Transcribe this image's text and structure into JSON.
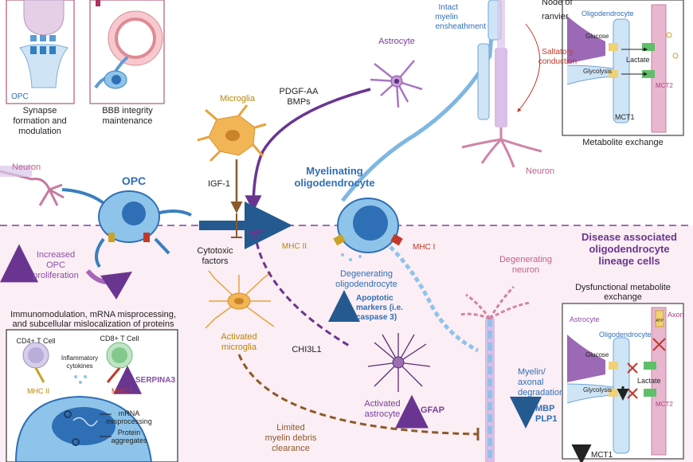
{
  "panels": {
    "synapse": {
      "caption": "Synapse formation and modulation",
      "opc_tag": "OPC"
    },
    "bbb": {
      "caption": "BBB integrity maintenance"
    },
    "metabolite": {
      "caption": "Metabolite exchange",
      "oligodendrocyte": "Oligodendrocyte",
      "glucose": "Glucose",
      "lactate": "Lactate",
      "glycolysis": "Glycolysis",
      "mct1": "MCT1",
      "mct2": "MCT2"
    }
  },
  "top": {
    "intact_myelin": "Intact myelin ensheathment",
    "node_ranvier": "Node of ranvier",
    "saltatory": "Saltatory conduction",
    "astrocyte": "Astrocyte",
    "pdgf": "PDGF-AA BMPs",
    "microglia": "Microglia",
    "igf": "IGF-1",
    "neuron_left": "Neuron",
    "neuron_right": "Neuron",
    "opc": "OPC",
    "myelinating": "Myelinating oligodendrocyte"
  },
  "bottom": {
    "title": "Disease associated oligodendrocyte lineage cells",
    "increased_opc": "Increased OPC proliferation",
    "cytotoxic": "Cytotoxic factors",
    "activated_microglia": "Activated microglia",
    "mhc2_top": "MHC II",
    "mhc1_top": "MHC I",
    "degenerating_oligo": "Degenerating oligodendrocyte",
    "apoptotic": "Apoptotic markers (i.e. caspase 3)",
    "degenerating_neuron": "Degenerating neuron",
    "chi3l1": "CHI3L1",
    "activated_astrocyte": "Activated astrocyte",
    "gfap": "GFAP",
    "myelin_axonal": "Myelin/ axonal degradation",
    "mbp_plp1": "MBP PLP1",
    "limited": "Limited myelin debris clearance",
    "immuno_title": "Immunomodulation, mRNA misprocessing, and subcellular mislocalization of proteins",
    "cd4": "CD4+ T Cell",
    "cd8": "CD8+ T Cell",
    "cytokines": "Inflammatory cytokines",
    "serpina3": "SERPINA3",
    "mhc2": "MHC II",
    "mhc1": "MHC I",
    "mrna": "mRNA misprocessing",
    "protein": "Protein aggregates",
    "dysfunctional_title": "Dysfunctional metabolite exchange",
    "d_astrocyte": "Astrocyte",
    "d_oligo": "Oligodendrocyte",
    "d_axon": "Axon",
    "d_atp": "ATP",
    "d_glucose": "Glucose",
    "d_lactate": "Lactate",
    "d_glycolysis": "Glycolysis",
    "d_mct2": "MCT2",
    "d_mct1": "MCT1"
  }
}
